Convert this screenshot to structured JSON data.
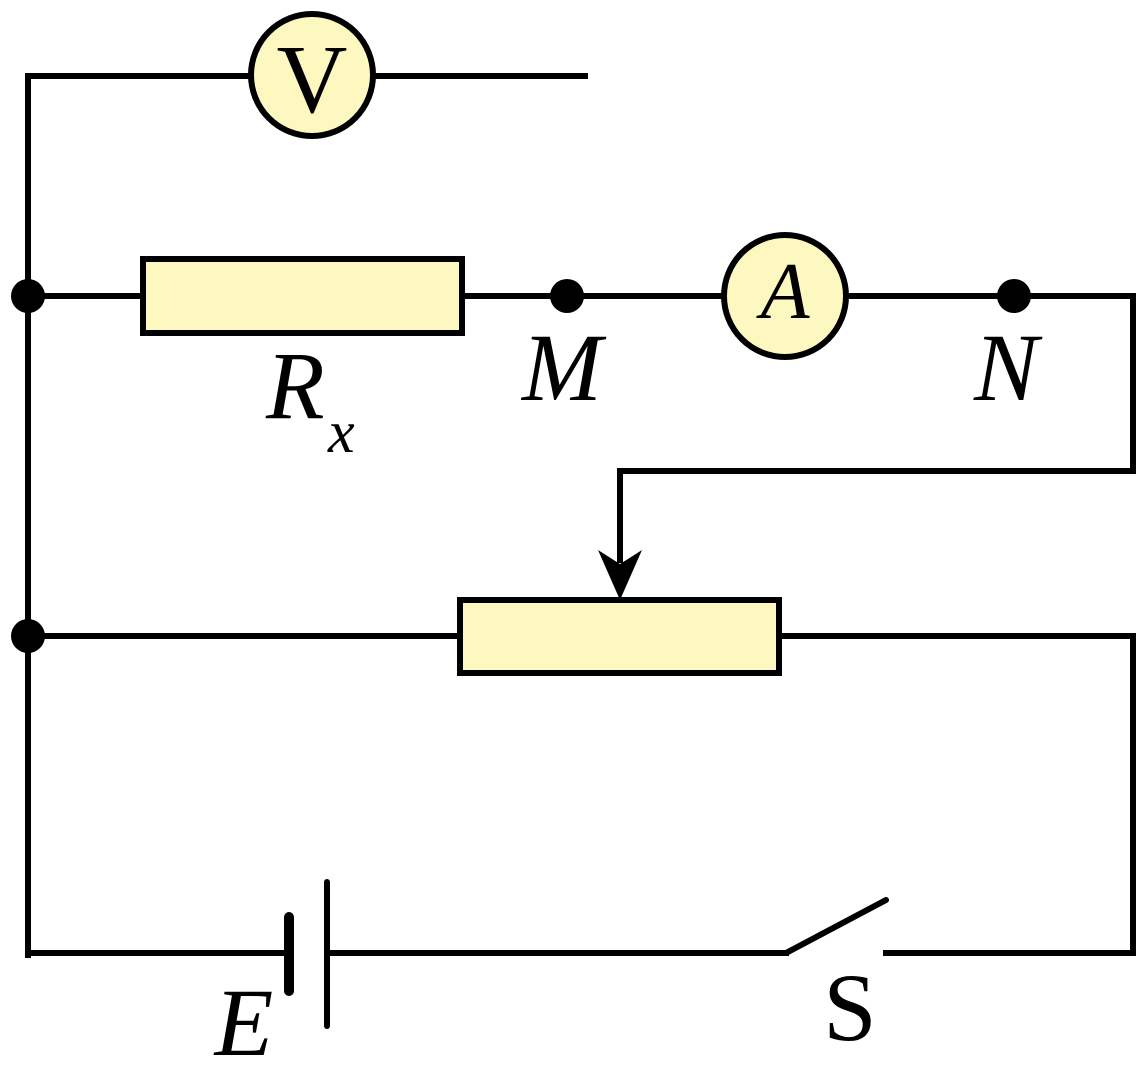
{
  "colors": {
    "line": "#000000",
    "component_fill": "#fdf8c0",
    "background": "#ffffff"
  },
  "labels": {
    "voltmeter": "V",
    "ammeter": "A",
    "resistor_main": "R",
    "resistor_sub": "x",
    "node_m": "M",
    "node_n": "N",
    "battery": "E",
    "switch": "S"
  }
}
